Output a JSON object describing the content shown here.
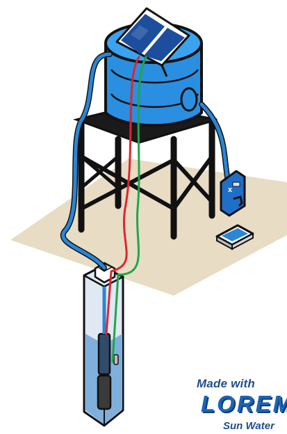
{
  "branding": {
    "made_with": "Made with",
    "name": "LOREM",
    "tagline": "Sun Water"
  },
  "colors": {
    "tank_blue": "#2a8fe0",
    "outline": "#111111",
    "ground": "#e8dcc4",
    "solar_panel": "#1d4e9e",
    "red_wire": "#e0242e",
    "green_wire": "#21a44b",
    "pipe_blue": "#2a86d6",
    "brand_blue": "#1e63b5"
  },
  "icons": {
    "solar_panel": "solar-panel-icon",
    "water_tank": "water-tank-icon",
    "faucet": "faucet-icon",
    "basin": "basin-icon",
    "well": "well-icon",
    "pump": "submersible-pump-icon"
  }
}
